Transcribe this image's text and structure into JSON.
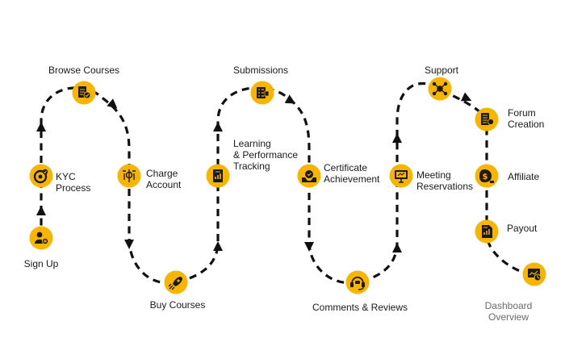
{
  "colors": {
    "node": "#f7b500",
    "icon": "#1a1a1a",
    "path": "#111111",
    "label_final": "#6a6a6a"
  },
  "steps": [
    {
      "label": "Sign Up",
      "icon": "user-add-icon"
    },
    {
      "label": "KYC\nProcess",
      "icon": "id-verify-icon"
    },
    {
      "label": "Browse Courses",
      "icon": "course-check-icon"
    },
    {
      "label": "Charge\nAccount",
      "icon": "wallet-charge-icon"
    },
    {
      "label": "Buy Courses",
      "icon": "rocket-icon"
    },
    {
      "label": "Learning\n& Performance\nTracking",
      "icon": "report-chart-icon"
    },
    {
      "label": "Submissions",
      "icon": "submission-list-icon"
    },
    {
      "label": "Certificate\nAchievement",
      "icon": "certificate-badge-icon"
    },
    {
      "label": "Comments & Reviews",
      "icon": "headset-chat-icon"
    },
    {
      "label": "Meeting\nReservations",
      "icon": "monitor-meeting-icon"
    },
    {
      "label": "Support",
      "icon": "support-network-icon"
    },
    {
      "label": "Forum\nCreation",
      "icon": "forum-list-icon"
    },
    {
      "label": "Affiliate",
      "icon": "affiliate-money-icon"
    },
    {
      "label": "Payout",
      "icon": "payout-document-icon"
    },
    {
      "label": "Dashboard Overview",
      "icon": "dashboard-analytics-icon"
    }
  ]
}
